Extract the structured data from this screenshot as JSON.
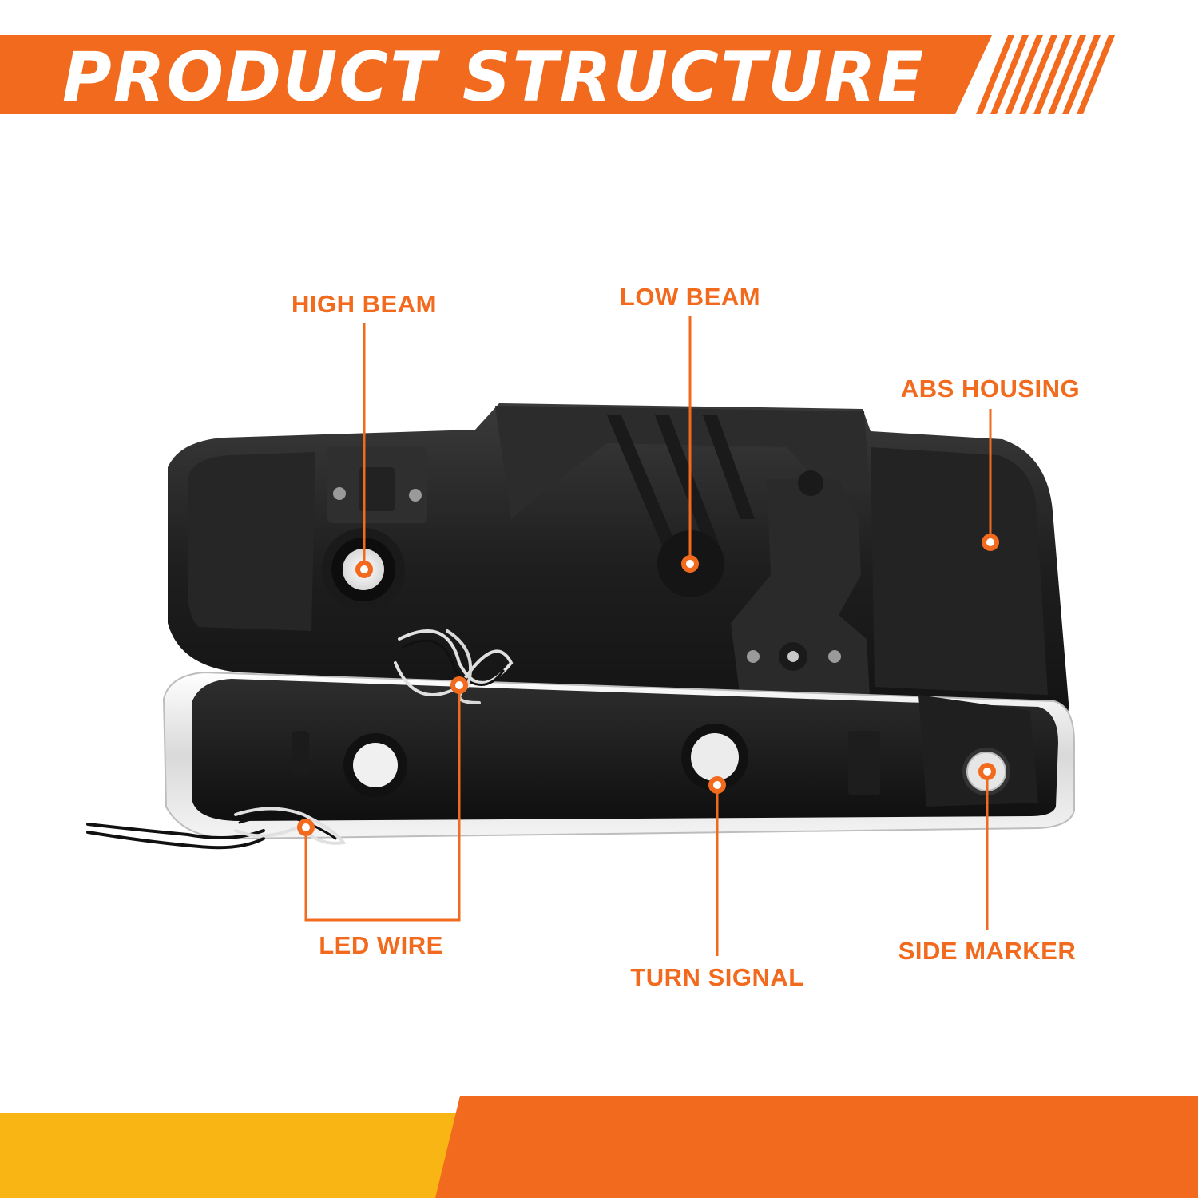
{
  "header": {
    "title": "PRODUCT STRUCTURE"
  },
  "colors": {
    "accent_orange": "#f26a1d",
    "accent_yellow": "#f9b514",
    "housing_dark": "#1c1c1c",
    "chrome": "#e8e8e8"
  },
  "callouts": {
    "high_beam": "HIGH BEAM",
    "low_beam": "LOW BEAM",
    "abs_housing": "ABS HOUSING",
    "led_wire": "LED WIRE",
    "turn_signal": "TURN SIGNAL",
    "side_marker": "SIDE MARKER"
  }
}
